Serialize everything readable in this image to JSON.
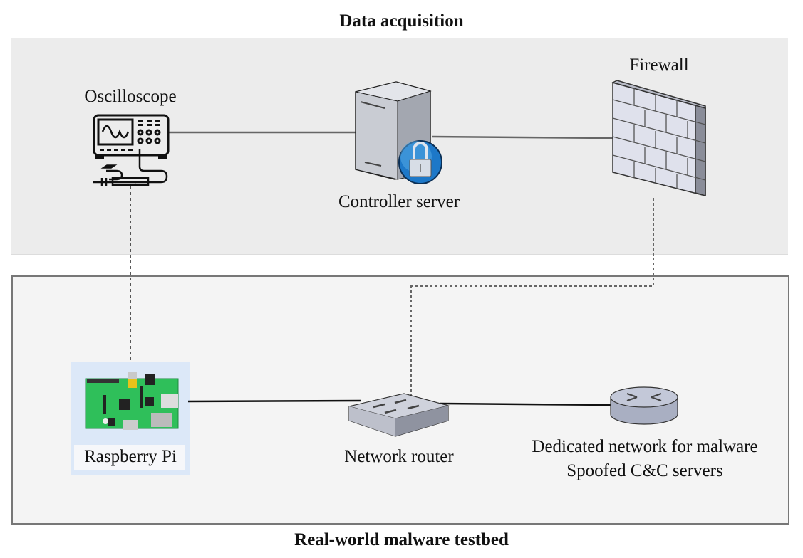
{
  "diagram": {
    "groups": [
      {
        "id": "top",
        "title": "Data acquisition"
      },
      {
        "id": "bottom",
        "title": "Real-world malware testbed"
      }
    ],
    "nodes": {
      "oscilloscope": {
        "label": "Oscilloscope",
        "icon": "oscilloscope-icon"
      },
      "controller": {
        "label": "Controller server",
        "icon": "server-lock-icon"
      },
      "firewall": {
        "label": "Firewall",
        "icon": "firewall-icon"
      },
      "raspberry": {
        "label": "Raspberry Pi",
        "icon": "raspberry-pi-board-icon"
      },
      "router": {
        "label": "Network router",
        "icon": "switch-icon"
      },
      "dedicated": {
        "label_line1": "Dedicated network for malware",
        "label_line2": "Spoofed C&C servers",
        "icon": "router-icon"
      }
    },
    "edges": [
      {
        "from": "oscilloscope",
        "to": "controller",
        "style": "solid"
      },
      {
        "from": "controller",
        "to": "firewall",
        "style": "solid"
      },
      {
        "from": "oscilloscope",
        "to": "raspberry",
        "style": "dashed"
      },
      {
        "from": "firewall",
        "to": "router",
        "style": "dashed"
      },
      {
        "from": "raspberry",
        "to": "router",
        "style": "solid"
      },
      {
        "from": "router",
        "to": "dedicated",
        "style": "solid"
      }
    ]
  }
}
